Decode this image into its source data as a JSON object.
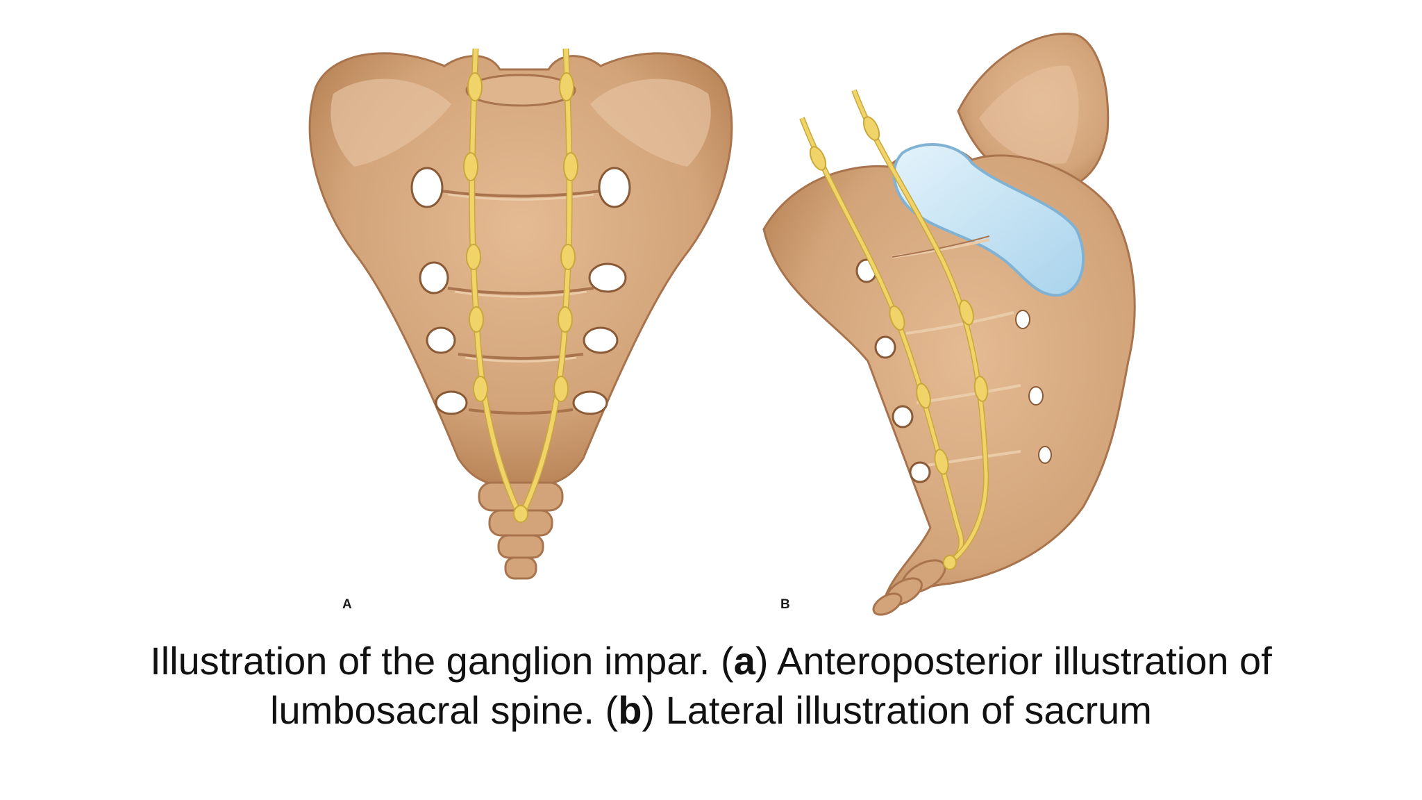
{
  "panels": [
    {
      "label": "A"
    },
    {
      "label": "B"
    }
  ],
  "caption": {
    "line1_pre": "Illustration of the ganglion impar. (",
    "line1_bold": "a",
    "line1_post": ") Anteroposterior illustration of",
    "line2_pre": "lumbosacral spine. (",
    "line2_bold": "b",
    "line2_post": ") Lateral illustration of sacrum"
  },
  "colors": {
    "bone": "#d3a47a",
    "bone_dark": "#a8734d",
    "bone_light": "#e6c29f",
    "nerve": "#f0d46a",
    "nerve_dark": "#c9a83a",
    "cartilage": "#bfe0f2"
  }
}
